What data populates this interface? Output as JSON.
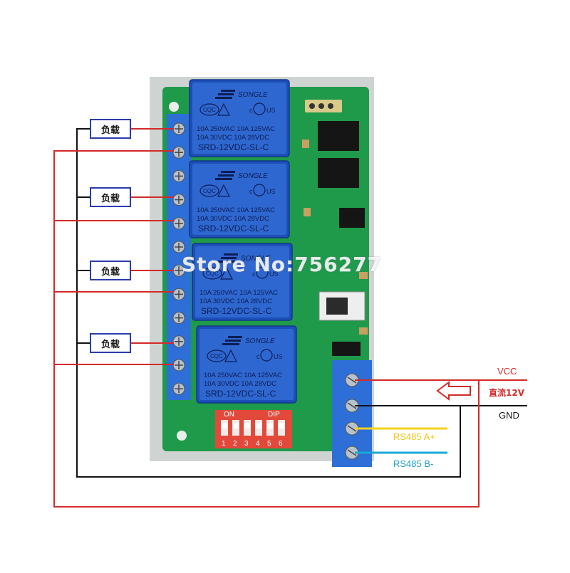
{
  "relay": {
    "brand": "SONGLE",
    "rating_line1": "10A 250VAC  10A 125VAC",
    "rating_line2": "10A  30VDC  10A  28VDC",
    "model": "SRD-12VDC-SL-C",
    "cert_left": "CQC",
    "cert_mark": "c",
    "cert_us": "US"
  },
  "dip_switch": {
    "on_label": "ON",
    "dip_label": "DIP",
    "numbers": [
      "1",
      "2",
      "3",
      "4",
      "5",
      "6"
    ]
  },
  "loads": [
    {
      "label": "负载"
    },
    {
      "label": "负载"
    },
    {
      "label": "负载"
    },
    {
      "label": "负载"
    }
  ],
  "power": {
    "vcc_label": "VCC",
    "dc12v_label": "直流12V",
    "gnd_label": "GND"
  },
  "bus": {
    "a_label": "RS485 A+",
    "b_label": "RS485 B-"
  },
  "watermark": "Store No:756277",
  "colors": {
    "board_green": "#1f9a4a",
    "relay_blue": "#1d4fb8",
    "terminal_blue": "#2d6fd6",
    "dip_red": "#e2493a",
    "wire_red": "#d42a2a",
    "wire_black": "#111111",
    "wire_yellow": "#f3d21b",
    "wire_cyan": "#18a9d8",
    "box_border": "#2a3cb0",
    "a_label_color": "#f0c419",
    "b_label_color": "#1f9fc9",
    "dc12v_color": "#d42a2a"
  }
}
